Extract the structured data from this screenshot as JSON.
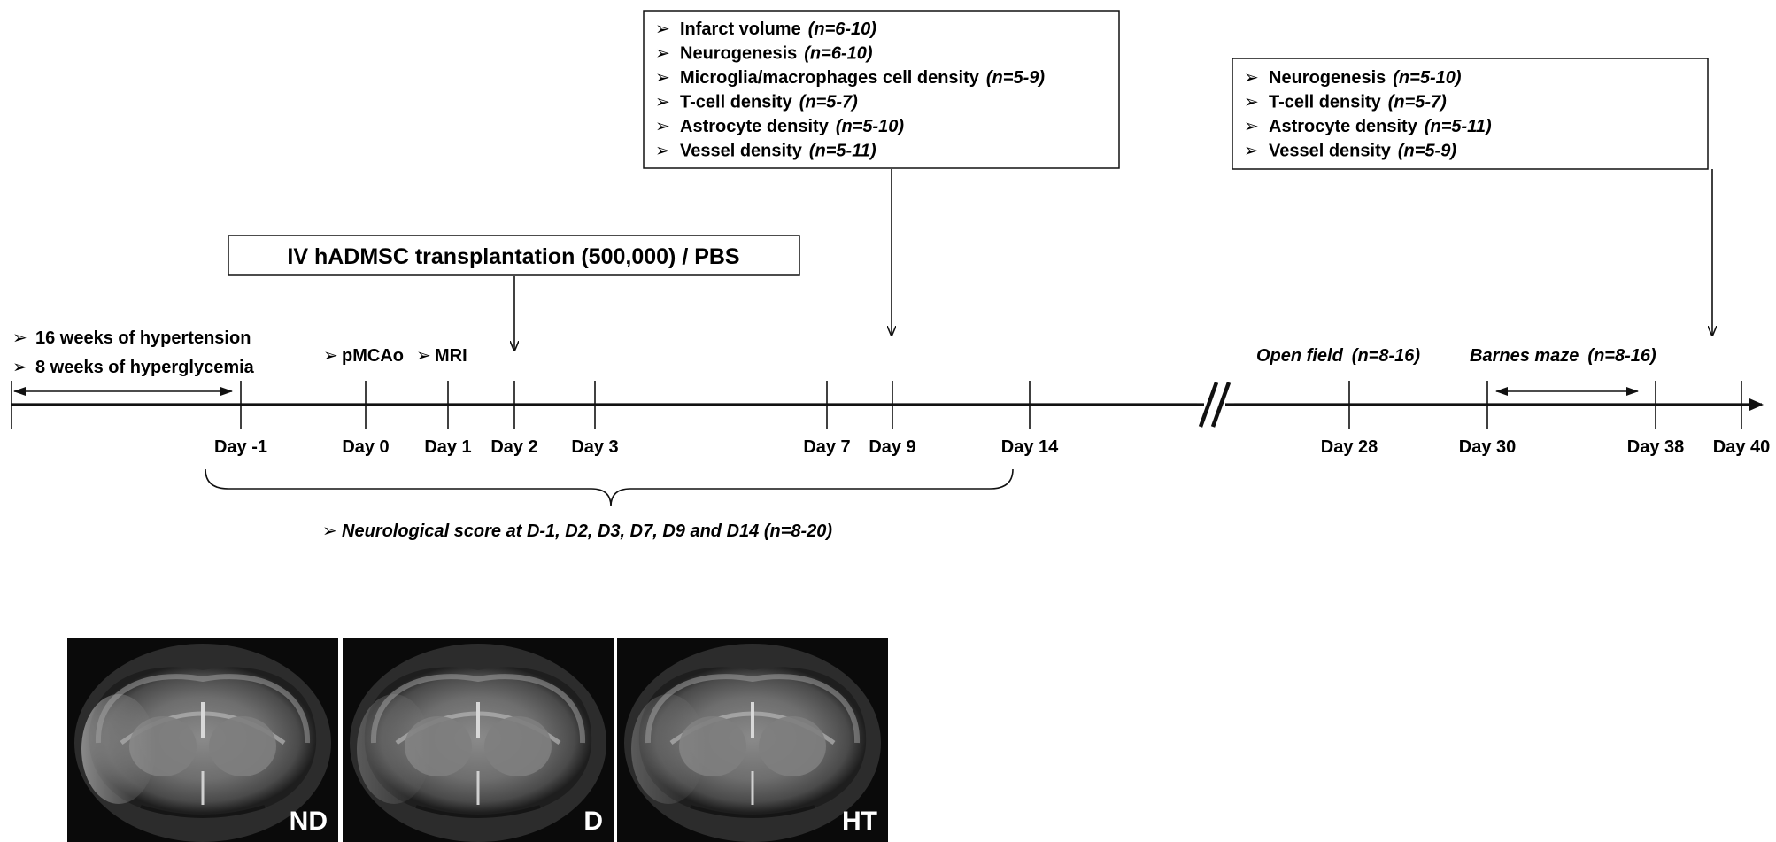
{
  "box_day9": {
    "items": [
      {
        "bullet": "➢",
        "label": "Infarct volume",
        "n": "(n=6-10)"
      },
      {
        "bullet": "➢",
        "label": "Neurogenesis",
        "n": "(n=6-10)"
      },
      {
        "bullet": "➢",
        "label": "Microglia/macrophages cell density",
        "n": "(n=5-9)"
      },
      {
        "bullet": "➢",
        "label": "T-cell density",
        "n": "(n=5-7)"
      },
      {
        "bullet": "➢",
        "label": "Astrocyte density",
        "n": "(n=5-10)"
      },
      {
        "bullet": "➢",
        "label": " Vessel density",
        "n": "(n=5-11)"
      }
    ]
  },
  "box_day40": {
    "items": [
      {
        "bullet": "➢",
        "label": "Neurogenesis",
        "n": "(n=5-10)"
      },
      {
        "bullet": "➢",
        "label": "T-cell density",
        "n": "(n=5-7)"
      },
      {
        "bullet": "➢",
        "label": "Astrocyte density",
        "n": "(n=5-11)"
      },
      {
        "bullet": "➢",
        "label": " Vessel density",
        "n": "(n=5-9)"
      }
    ]
  },
  "transplant_box": {
    "label": "IV hADMSC transplantation (500,000) / PBS"
  },
  "pre_period": {
    "line1": "16 weeks of hypertension",
    "line2": "8 weeks of hyperglycemia",
    "bullet": "➢"
  },
  "events": {
    "pmcao": "pMCAo",
    "mri": "MRI",
    "open_field": "Open field",
    "open_field_n": "(n=8-16)",
    "barnes_maze": "Barnes maze",
    "barnes_maze_n": "(n=8-16)",
    "bullet": "➢"
  },
  "days": [
    "Day -1",
    "Day 0",
    "Day 1",
    "Day 2",
    "Day 3",
    "Day 7",
    "Day 9",
    "Day 14",
    "Day 28",
    "Day 30",
    "Day 38",
    "Day 40"
  ],
  "axis_break": "//",
  "neuro_score": {
    "bullet": "➢",
    "text": "Neurological score  at D-1, D2, D3, D7, D9 and D14 (n=8-20)"
  },
  "mri_panels": [
    {
      "label": "ND"
    },
    {
      "label": "D"
    },
    {
      "label": "HT"
    }
  ]
}
